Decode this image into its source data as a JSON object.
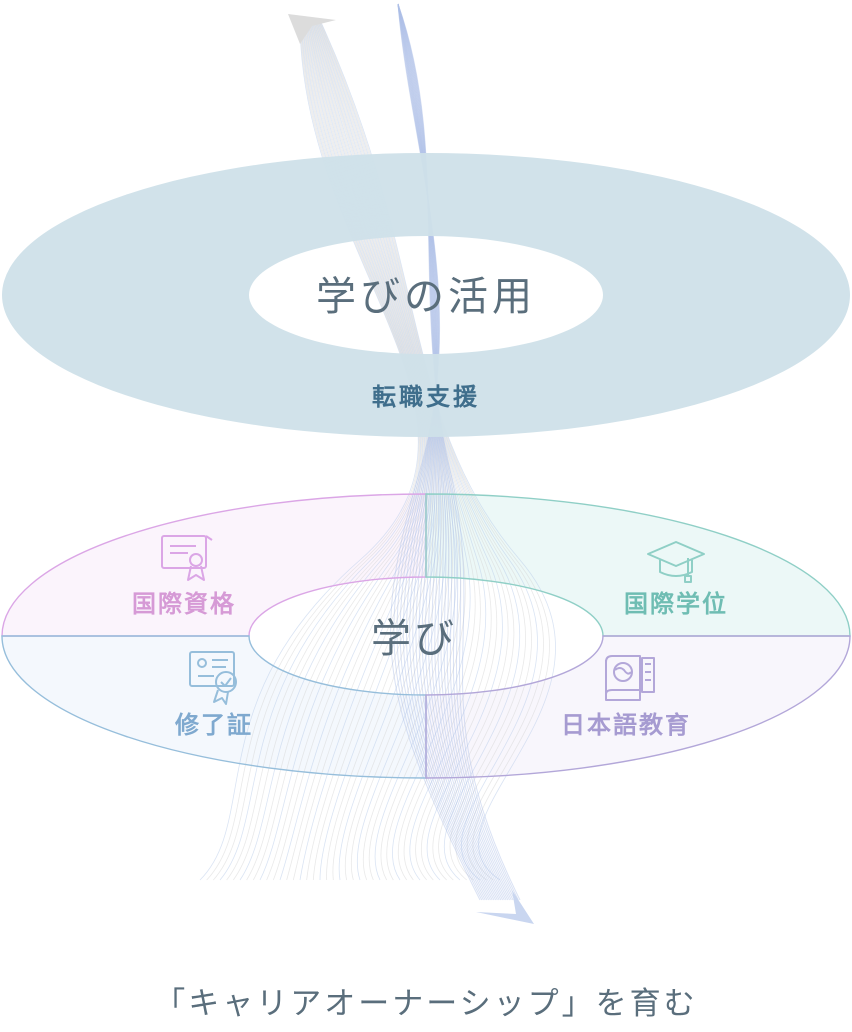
{
  "upper_ring": {
    "title": "学びの活用",
    "label": "転職支援",
    "color": "#cfe1e9",
    "text_color": "#5a6e7c",
    "label_color": "#3f6e8c"
  },
  "lower_ring": {
    "title": "学び",
    "title_color": "#5a6e7c",
    "segments": [
      {
        "label": "国際資格",
        "icon": "certificate-icon",
        "stroke": "#dba6e6",
        "fill": "#fbf4fc",
        "text": "#d69ad6"
      },
      {
        "label": "国際学位",
        "icon": "graduation-cap-icon",
        "stroke": "#8fcfc6",
        "fill": "#ecf8f7",
        "text": "#6fbdb3"
      },
      {
        "label": "修了証",
        "icon": "diploma-badge-icon",
        "stroke": "#96bedb",
        "fill": "#f4f8fd",
        "text": "#7fa9cf"
      },
      {
        "label": "日本語教育",
        "icon": "book-globe-icon",
        "stroke": "#b3a7d9",
        "fill": "#f8f6fc",
        "text": "#a69bd1"
      }
    ]
  },
  "tagline": "「キャリアオーナーシップ」を育む",
  "tagline_color": "#5a6e7c"
}
